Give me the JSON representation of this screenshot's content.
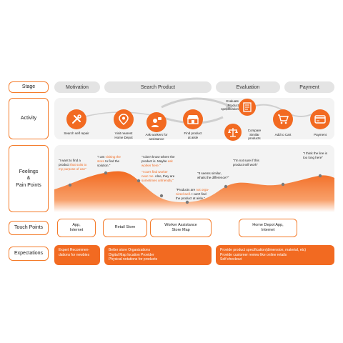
{
  "rows": {
    "stage": "Stage",
    "activity": "Activity",
    "feelings_1": "Feelings",
    "feelings_amp": "&",
    "feelings_2": "Pain Points",
    "touch_points": "Touch Points",
    "expectations": "Expectations"
  },
  "stages": [
    "Motivation",
    "Search Product",
    "Evaluation",
    "Payment"
  ],
  "activities": [
    {
      "icon": "wrench-screwdriver-icon",
      "label_1": "Search self repair",
      "label_2": ""
    },
    {
      "icon": "location-pin-icon",
      "label_1": "Visit nearest",
      "label_2": "Home Depot"
    },
    {
      "icon": "worker-chat-icon",
      "label_1": "Ask workers for",
      "label_2": "assistance"
    },
    {
      "icon": "store-icon",
      "label_1": "Find product",
      "label_2": "at aisle"
    },
    {
      "icon": "checklist-icon",
      "label_1": "Evaluate",
      "label_2": "Product",
      "label_3": "specification"
    },
    {
      "icon": "balance-scale-icon",
      "label_1": "Compare",
      "label_2": "Similar",
      "label_3": "products"
    },
    {
      "icon": "cart-icon",
      "label_1": "Add to Cart",
      "label_2": ""
    },
    {
      "icon": "credit-card-icon",
      "label_1": "Payment",
      "label_2": ""
    }
  ],
  "quotes": {
    "q1_a": "\"I want to find a",
    "q1_b": "product ",
    "q1_b_hl": "that suits to",
    "q1_c_hl": "my purpose of use\"",
    "q2_a": "\"I am ",
    "q2_a_hl": "visiting the",
    "q2_b_hl": "store",
    "q2_b": " to find the",
    "q2_c": "solution.\"",
    "q3_a": "\"I don't know where the",
    "q3_b": "product is. Maybe ",
    "q3_b_hl": "ask",
    "q3_c_hl": "worker here.\"",
    "q4_a_hl": "\"I can't find worker",
    "q4_b_hl": "near me.",
    "q4_b": " Also, they are",
    "q4_c_hl": "sometimes unfriendly.\"",
    "q5_a": "\"Products are ",
    "q5_a_hl": "not orga-",
    "q5_b_hl": "nized well.",
    "q5_b": " I can't find",
    "q5_c": "the product at aisle.\"",
    "q6_a": "\"It seems similar,",
    "q6_b": "whats the difference?\"",
    "q7_a": "\"I'm not sure if this",
    "q7_b": "product will work\"",
    "q8_a": "\"I think the line is",
    "q8_b": "too long here\""
  },
  "touch_points": [
    {
      "line_1": "App,",
      "line_2": "Internet"
    },
    {
      "line_1": "Retail Store",
      "line_2": ""
    },
    {
      "line_1": "Worker Assistance",
      "line_2": "Store Map"
    },
    {
      "line_1": "Home Depot App,",
      "line_2": "Internet"
    }
  ],
  "expectations": [
    {
      "lines": [
        "Expert Recommen-",
        "dations for newbies"
      ]
    },
    {
      "lines": [
        "Better store Organizations",
        "Digital Map location Provider",
        "Physical notations for products"
      ]
    },
    {
      "lines": [
        "Provide product specification(dimension, material, etc)",
        "Provide customer review like online retails",
        "Self checkout"
      ]
    }
  ],
  "colors": {
    "accent": "#f26a21",
    "border": "#f47b2a",
    "panel": "#f3f3f3",
    "stage": "#e4e4e4"
  }
}
